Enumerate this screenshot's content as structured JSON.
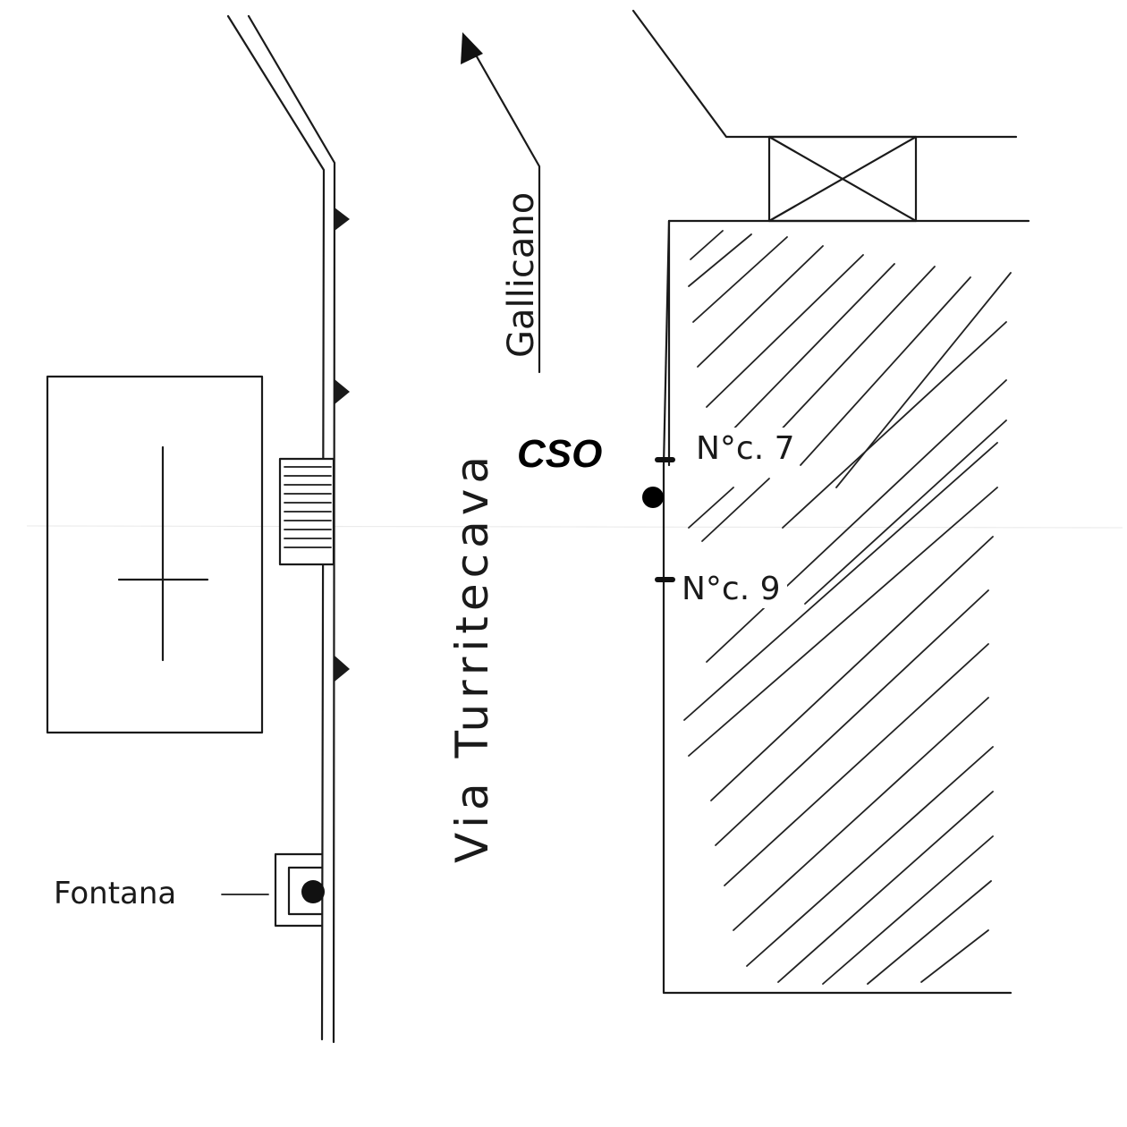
{
  "map": {
    "road_label": "Via Turritecava",
    "direction_label": "Gallicano",
    "marker_label": "CSO",
    "house_numbers": [
      "N°c. 7",
      "N°c. 9"
    ],
    "fountain_label": "Fontana"
  }
}
